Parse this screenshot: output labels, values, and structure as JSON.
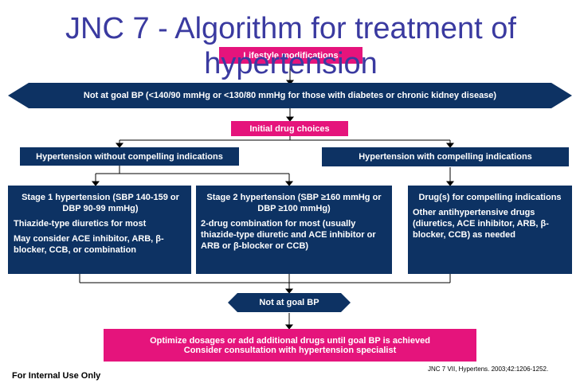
{
  "title": "JNC 7 - Algorithm for treatment of hypertension",
  "lifestyle": "Lifestyle modifications",
  "not_at_goal_top": "Not at goal BP (<140/90 mmHg or <130/80 mmHg for those with diabetes or chronic kidney disease)",
  "initial_drug": "Initial drug choices",
  "without_compelling": "Hypertension without compelling indications",
  "with_compelling": "Hypertension with compelling indications",
  "stage1": {
    "heading": "Stage 1 hypertension (SBP 140-159 or DBP 90-99 mmHg)",
    "line1": "Thiazide-type diuretics for most",
    "line2": "May consider ACE inhibitor, ARB, β-blocker, CCB, or combination"
  },
  "stage2": {
    "heading": "Stage 2 hypertension (SBP ≥160 mmHg or DBP ≥100 mmHg)",
    "line1": "2-drug combination for most (usually thiazide-type diuretic and ACE inhibitor or ARB or β-blocker or CCB)"
  },
  "compelling_drugs": {
    "heading": "Drug(s) for compelling indications",
    "line1": "Other antihypertensive drugs (diuretics, ACE inhibitor, ARB, β-blocker, CCB) as needed"
  },
  "not_at_goal_bottom": "Not at goal BP",
  "optimize": {
    "line1": "Optimize dosages or add additional drugs until goal BP is achieved",
    "line2": "Consider consultation with hypertension specialist"
  },
  "footer_left": "For Internal Use Only",
  "footer_right": "JNC 7 VII, Hypertens. 2003;42:1206-1252.",
  "colors": {
    "pink": "#e5147c",
    "navy": "#0d3263",
    "title": "#3a3aa0"
  }
}
